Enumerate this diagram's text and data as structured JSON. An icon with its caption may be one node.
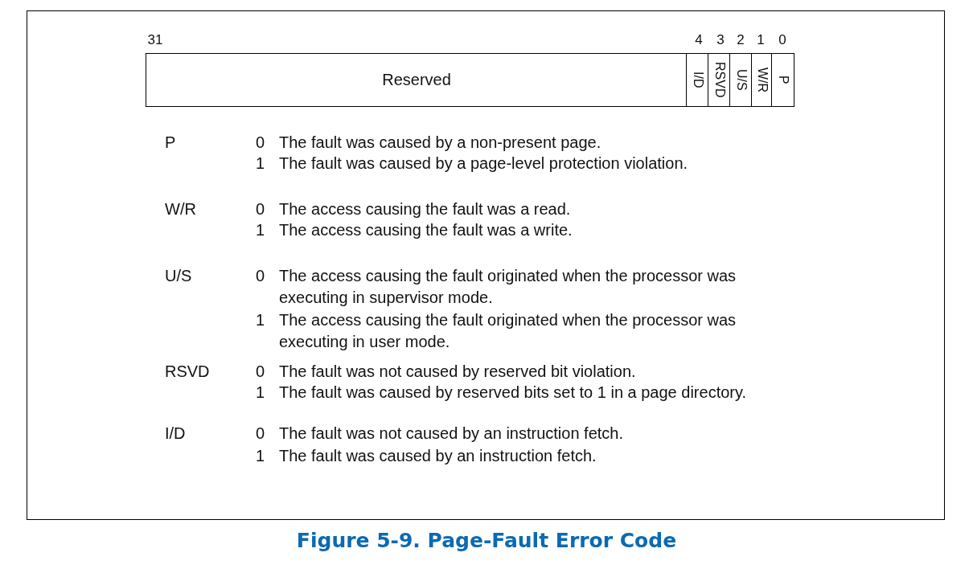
{
  "diagram": {
    "caption": "Figure 5-9.  Page-Fault Error Code",
    "nodes": [
      {
        "text": [
          "Reserved"
        ]
      },
      {
        "text": [
          "I/D"
        ]
      },
      {
        "text": [
          "RSVD"
        ]
      },
      {
        "text": [
          "U/S"
        ]
      },
      {
        "text": [
          "W/R"
        ]
      },
      {
        "text": [
          "P"
        ]
      }
    ],
    "labels": [
      "31",
      "4",
      "3",
      "2",
      "1",
      "0",
      "P",
      "0",
      "The fault was caused by a non-present page.",
      "1",
      "The fault was caused by a page-level protection violation.",
      "W/R",
      "0",
      "The access causing the fault was a read.",
      "1",
      "The access causing the fault was a write.",
      "U/S",
      "0",
      "The access causing the fault originated when the processor was executing in supervisor mode.",
      "1",
      "The access causing the fault originated when the processor was executing in user mode.",
      "RSVD",
      "0",
      "The fault was not caused by reserved bit violation.",
      "1",
      "The fault was caused by reserved bits set to 1 in a page directory.",
      "I/D",
      "0",
      "The fault was not caused by an instruction fetch.",
      "1",
      "The fault was caused by an instruction fetch."
    ]
  }
}
